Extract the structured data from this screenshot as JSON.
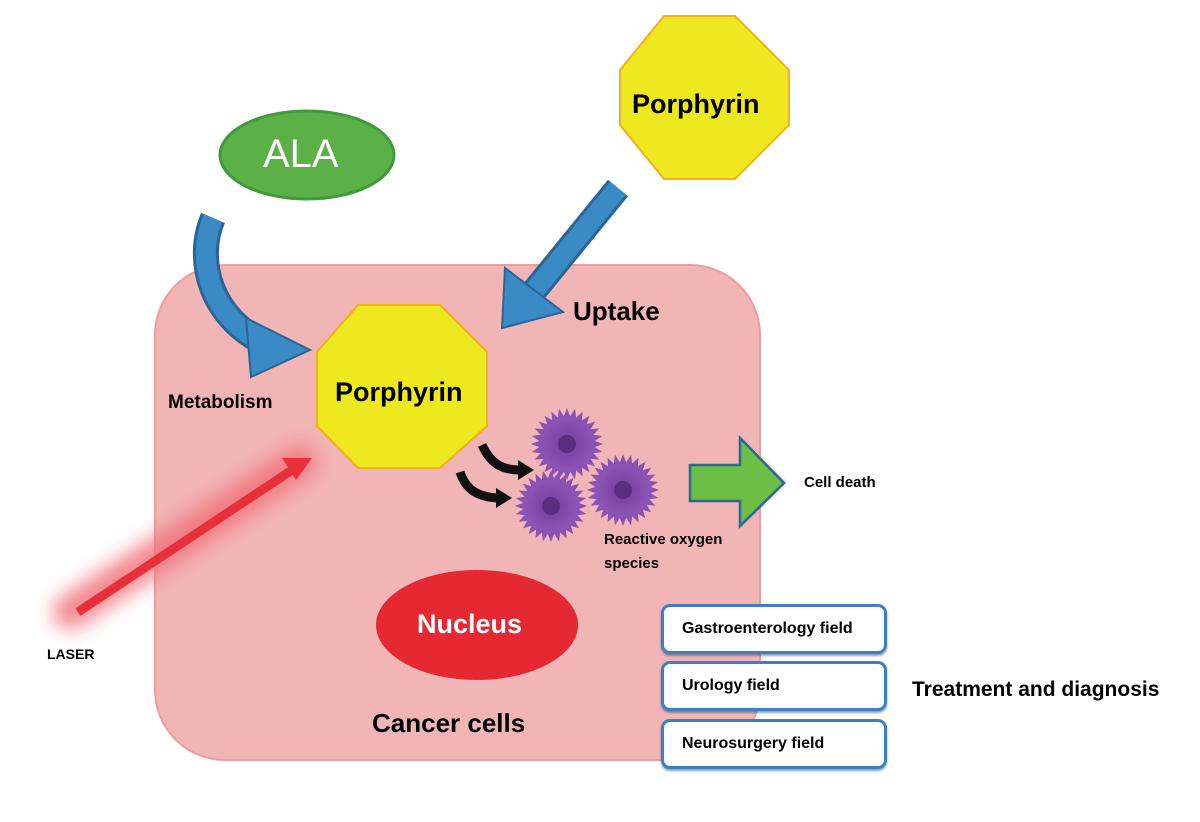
{
  "diagram": {
    "title": "Photodynamic therapy mechanism",
    "nodes": {
      "ala": "ALA",
      "porphyrin_external": "Porphyrin",
      "porphyrin_internal": "Porphyrin",
      "nucleus": "Nucleus",
      "cancer_cells": "Cancer cells"
    },
    "labels": {
      "metabolism": "Metabolism",
      "uptake": "Uptake",
      "laser": "LASER",
      "ros_line1": "Reactive oxygen",
      "ros_line2": "species",
      "cell_death": "Cell death",
      "treatment": "Treatment and diagnosis"
    },
    "fields": [
      {
        "label": "Gastroenterology field"
      },
      {
        "label": "Urology field"
      },
      {
        "label": "Neurosurgery field"
      }
    ],
    "colors": {
      "cell": "#f2b5b5",
      "porphyrin": "#eee81e",
      "ala": "#5cb048",
      "arrow_blue": "#3a85c0",
      "laser": "#e8303a",
      "nucleus": "#e52832",
      "ros": "#7b3fa0",
      "cell_death_arrow": "#6cbe45",
      "field_border": "#3d7fc0"
    }
  }
}
